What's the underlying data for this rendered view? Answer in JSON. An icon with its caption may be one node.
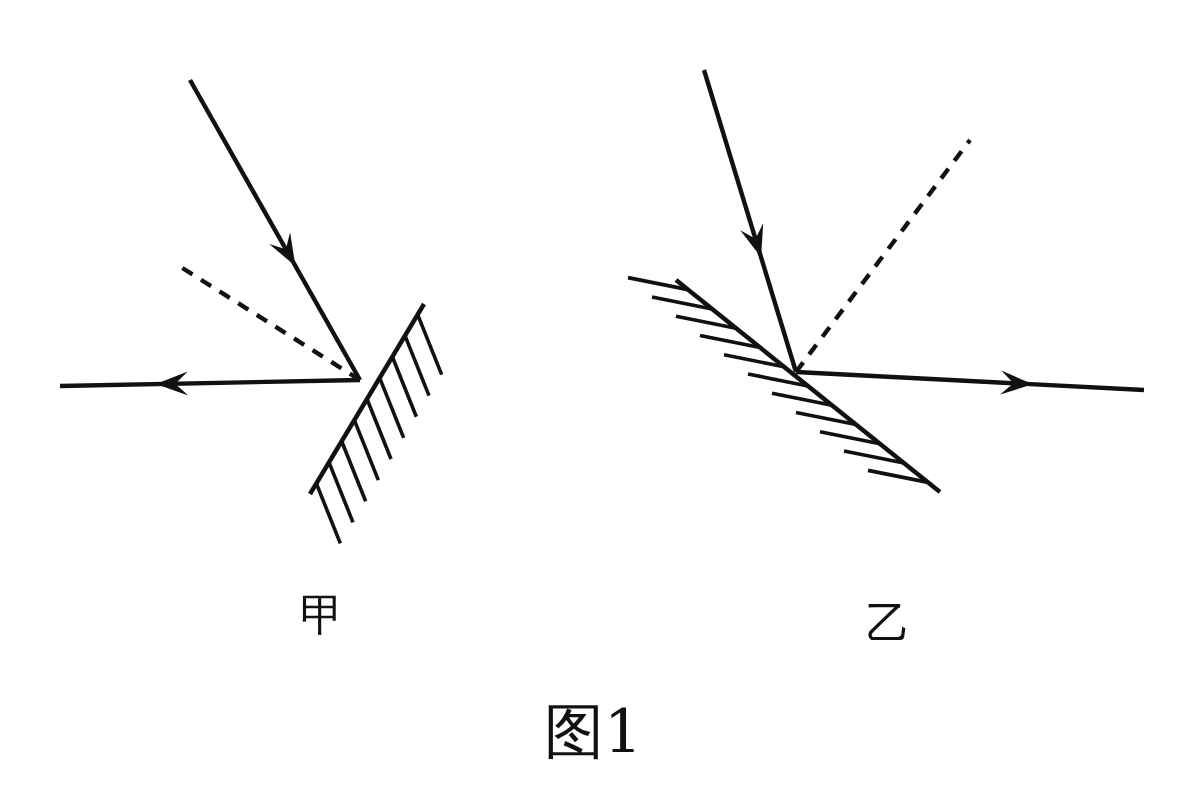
{
  "diagram": {
    "caption": "图1",
    "labels": [
      "甲",
      "乙"
    ]
  }
}
